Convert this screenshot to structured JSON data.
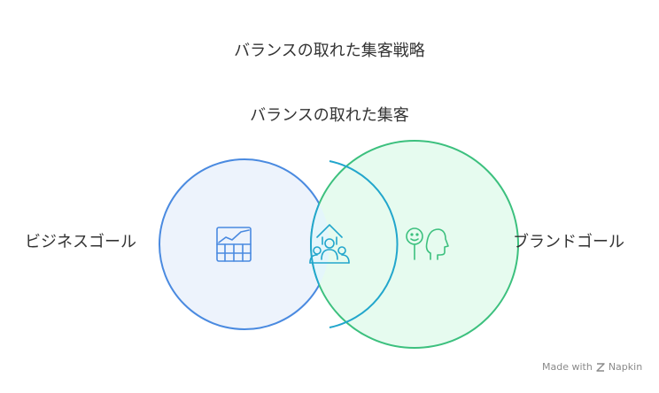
{
  "diagram": {
    "title": "バランスの取れた集客戦略",
    "overlap_label": "バランスの取れた集客",
    "left_set": {
      "label": "ビジネスゴール",
      "icon": "bar-chart-growth-icon",
      "fill": "#edf3fc",
      "stroke": "#4a8ae0"
    },
    "right_set": {
      "label": "ブランドゴール",
      "icon": "head-smile-icon",
      "fill": "#e6fbef",
      "stroke": "#3cc07e"
    },
    "overlap": {
      "icon": "people-growth-icon",
      "fill": "#e4f6fb",
      "stroke": "#22a6cc"
    }
  },
  "watermark": {
    "text": "Made with",
    "brand": "Napkin"
  }
}
